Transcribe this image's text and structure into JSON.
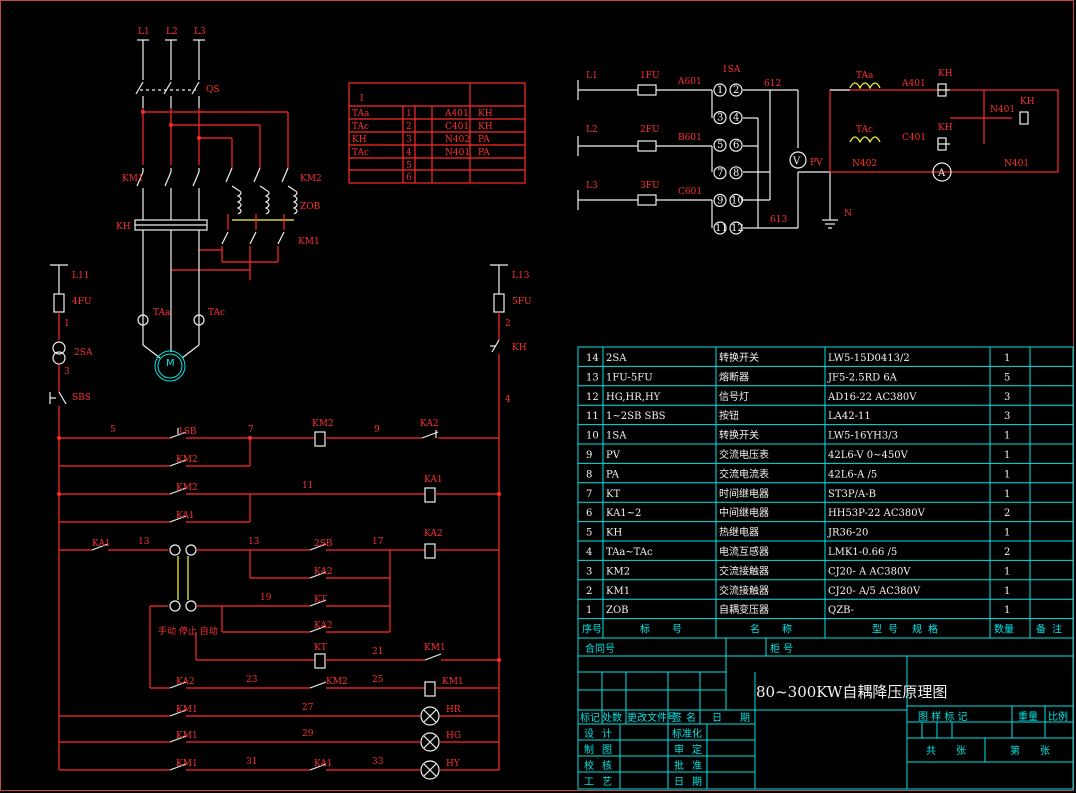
{
  "colors": {
    "wire": "#ff2a2a",
    "contact": "#f0f0f0",
    "table": "#00e5e5",
    "motor": "#00e5e5",
    "transformer": "#ffff33"
  },
  "power_circuit": {
    "phases": [
      "L1",
      "L2",
      "L3"
    ],
    "breaker": "QS",
    "contactor_main": "KM1",
    "contactor_ac": "KM2",
    "autotransformer": "ZOB",
    "km1_aux": "KM1",
    "thermal_relay": "KH",
    "ct_a": "TAa",
    "ct_c": "TAc",
    "motor": "M"
  },
  "ct_table": {
    "header": "I",
    "rows": [
      {
        "name": "TAa",
        "no": "1",
        "code": "A401",
        "dest": "KH"
      },
      {
        "name": "TAc",
        "no": "2",
        "code": "C401",
        "dest": "KH"
      },
      {
        "name": "KH",
        "no": "3",
        "code": "N402",
        "dest": "PA"
      },
      {
        "name": "TAc",
        "no": "4",
        "code": "N401",
        "dest": "PA"
      },
      {
        "name": "",
        "no": "5",
        "code": "",
        "dest": ""
      },
      {
        "name": "",
        "no": "6",
        "code": "",
        "dest": ""
      }
    ]
  },
  "meter_circuit": {
    "phases": [
      "L1",
      "L2",
      "L3"
    ],
    "fuses": [
      "1FU",
      "2FU",
      "3FU"
    ],
    "codes": [
      "A601",
      "B601",
      "C601"
    ],
    "switch": "1SA",
    "switch_terminals": [
      "1",
      "2",
      "3",
      "4",
      "5",
      "6",
      "7",
      "8",
      "9",
      "10",
      "11",
      "12"
    ],
    "wire_top": "612",
    "wire_bottom": "613",
    "voltmeter_label": "PV",
    "ground": "N"
  },
  "ct_meter": {
    "ct_a": "TAa",
    "ct_c": "TAc",
    "code_a": "A401",
    "code_c": "C401",
    "kh1": "KH",
    "kh2": "KH",
    "code_n1": "N401",
    "code_n2": "N402",
    "n_label": "N401",
    "kh3": "KH",
    "ammeter": "A"
  },
  "control_circuit": {
    "left_bus": "L11",
    "right_bus": "L13",
    "fuse_left": "4FU",
    "fuse_right": "5FU",
    "selector": "2SA",
    "stop_button": "SBS",
    "kh_contact": "KH",
    "node_labels": {
      "n1": "1",
      "n2": "2",
      "n3": "3",
      "n4": "4",
      "n5": "5",
      "n7": "7",
      "n9": "9",
      "n11": "11",
      "n13a": "13",
      "n13b": "13",
      "n17": "17",
      "n19": "19",
      "n21": "21",
      "n23": "23",
      "n25": "25",
      "n27": "27",
      "n29": "29",
      "n31": "31",
      "n33": "33"
    },
    "contacts": {
      "sb1": "1SB",
      "km2_a": "KM2",
      "km2_b": "KM2",
      "ka1_a": "KA1",
      "ka1_b": "KA1",
      "sb2": "2SB",
      "ka2_a": "KA2",
      "kt": "KT",
      "ka2_b": "KA2",
      "km1_a": "KM1",
      "ka2_c": "KA2",
      "km2_c": "KM2",
      "km1_b": "KM1",
      "km1_c": "KM1",
      "ka1_c": "KA1",
      "ka2_top": "KA2"
    },
    "coils": {
      "km2": "KM2",
      "ka1": "KA1",
      "ka2": "KA2",
      "kt": "KT",
      "km1": "KM1"
    },
    "lamps": [
      "HR",
      "HG",
      "HY"
    ],
    "mode_label": "手动 停止 自动"
  },
  "bom": {
    "header": [
      "序号",
      "标",
      "号",
      "名",
      "称",
      "型",
      "号",
      "规",
      "格",
      "数量",
      "备",
      "注"
    ],
    "rows": [
      {
        "no": "14",
        "code": "2SA",
        "name": "转换开关",
        "spec": "LW5-15D0413/2",
        "qty": "1"
      },
      {
        "no": "13",
        "code": "1FU-5FU",
        "name": "熔断器",
        "spec": "JF5-2.5RD 6A",
        "qty": "5"
      },
      {
        "no": "12",
        "code": "HG,HR,HY",
        "name": "信号灯",
        "spec": "AD16-22 AC380V",
        "qty": "3"
      },
      {
        "no": "11",
        "code": "1~2SB SBS",
        "name": "按钮",
        "spec": "LA42-11",
        "qty": "3"
      },
      {
        "no": "10",
        "code": "1SA",
        "name": "转换开关",
        "spec": "LW5-16YH3/3",
        "qty": "1"
      },
      {
        "no": "9",
        "code": "PV",
        "name": "交流电压表",
        "spec": "42L6-V 0~450V",
        "qty": "1"
      },
      {
        "no": "8",
        "code": "PA",
        "name": "交流电流表",
        "spec": "42L6-A    /5",
        "qty": "1"
      },
      {
        "no": "7",
        "code": "KT",
        "name": "时间继电器",
        "spec": "ST3P/A-B",
        "qty": "1"
      },
      {
        "no": "6",
        "code": "KA1~2",
        "name": "中间继电器",
        "spec": "HH53P-22 AC380V",
        "qty": "2"
      },
      {
        "no": "5",
        "code": "KH",
        "name": "热继电器",
        "spec": "JR36-20",
        "qty": "1"
      },
      {
        "no": "4",
        "code": "TAa~TAc",
        "name": "电流互感器",
        "spec": "LMK1-0.66    /5",
        "qty": "2"
      },
      {
        "no": "3",
        "code": "KM2",
        "name": "交流接触器",
        "spec": "CJ20-    A AC380V",
        "qty": "1"
      },
      {
        "no": "2",
        "code": "KM1",
        "name": "交流接触器",
        "spec": "CJ20-    A/5 AC380V",
        "qty": "1"
      },
      {
        "no": "1",
        "code": "ZOB",
        "name": "自耦变压器",
        "spec": "QZB-",
        "qty": "1"
      }
    ]
  },
  "title_block": {
    "contract": "合同号",
    "cabinet": "柜 号",
    "title": "80~300KW自耦降压原理图",
    "rev_headers": [
      "标记",
      "处数",
      "更改文件号",
      "签",
      "名",
      "日",
      "期"
    ],
    "roles_left": [
      "设",
      "计",
      "制",
      "图",
      "校",
      "核",
      "工",
      "艺"
    ],
    "roles_right": [
      "标准化",
      "审",
      "定",
      "批",
      "准",
      "日",
      "期"
    ],
    "stage": "图 样 标 记",
    "weight": "重量",
    "scale": "比例",
    "total": "共",
    "sheets": "张",
    "sheet_no": "第",
    "sheets2": "张"
  }
}
